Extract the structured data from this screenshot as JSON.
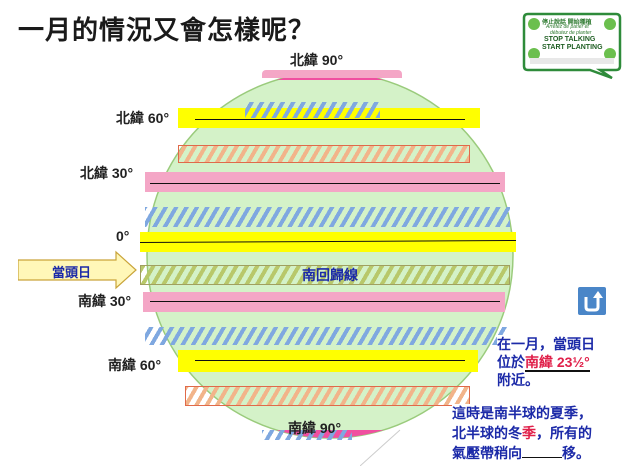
{
  "slide": {
    "title": "一月的情況又會怎樣呢？",
    "latitudes": {
      "n90": "北緯 90°",
      "n60": "北緯 60°",
      "n30": "北緯 30°",
      "eq": "0°",
      "s30": "南緯 30°",
      "s60": "南緯 60°",
      "s90": "南緯 90°"
    },
    "sun_arrow_label": "當頭日",
    "tropic_label": "南回歸線",
    "note1": {
      "line1": "在一月，當頭日",
      "line2_prefix": "位於",
      "line2_highlight": "南緯 23½°",
      "line3": "附近。"
    },
    "note2": {
      "line1": "這時是南半球的夏季，",
      "line2_prefix": "北半球的冬",
      "line2_overlay": "季",
      "line2_suffix": "，所有的",
      "line3_prefix": "氣壓帶稍向",
      "line3_suffix": "移。"
    },
    "logo": {
      "line1": "停止說話 開始種植",
      "line2": "Arrêtez de parler et",
      "line3": "débutez de planter",
      "line4": "STOP TALKING",
      "line5": "START PLANTING"
    },
    "colors": {
      "globe": "#d4f2c8",
      "pink": "#f4a6c6",
      "yellow": "#ffff00",
      "note_text": "#1c2aa8",
      "highlight_red": "#e0204a",
      "back_button": "#4a86c8"
    },
    "icons": [
      "back-arrow-icon",
      "right-arrow-icon"
    ]
  }
}
